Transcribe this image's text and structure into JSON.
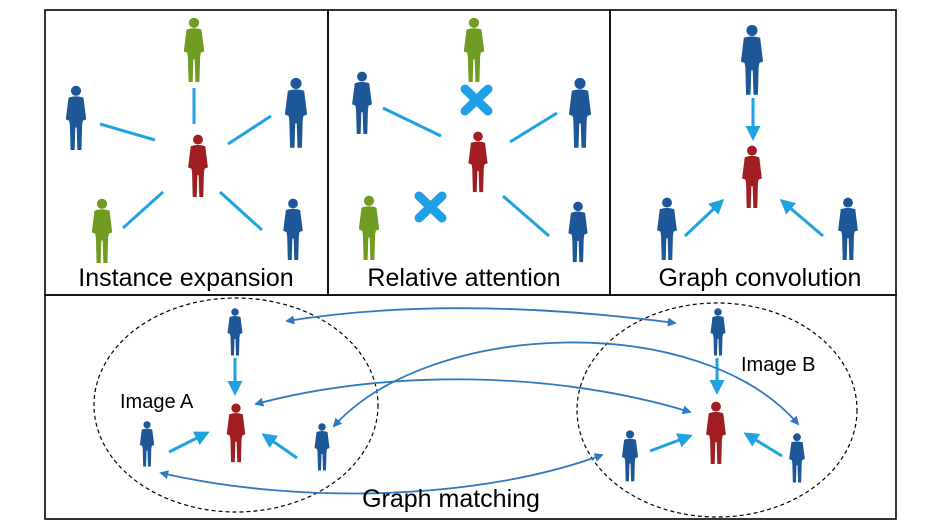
{
  "panels": {
    "instance_expansion": {
      "label": "Instance expansion"
    },
    "relative_attention": {
      "label": "Relative attention"
    },
    "graph_convolution": {
      "label": "Graph convolution"
    },
    "graph_matching": {
      "label": "Graph matching",
      "image_a_label": "Image A",
      "image_b_label": "Image B"
    }
  },
  "colors": {
    "center_person": "#a01e22",
    "neighbor_person": "#1d5797",
    "expanded_person": "#6f9c21",
    "edge": "#1ea2e0",
    "cross_edge": "#2f79bd",
    "block_mark": "#1fa0e6"
  },
  "icons": {
    "person": "person-silhouette-icon",
    "block": "cross-mark-icon"
  }
}
